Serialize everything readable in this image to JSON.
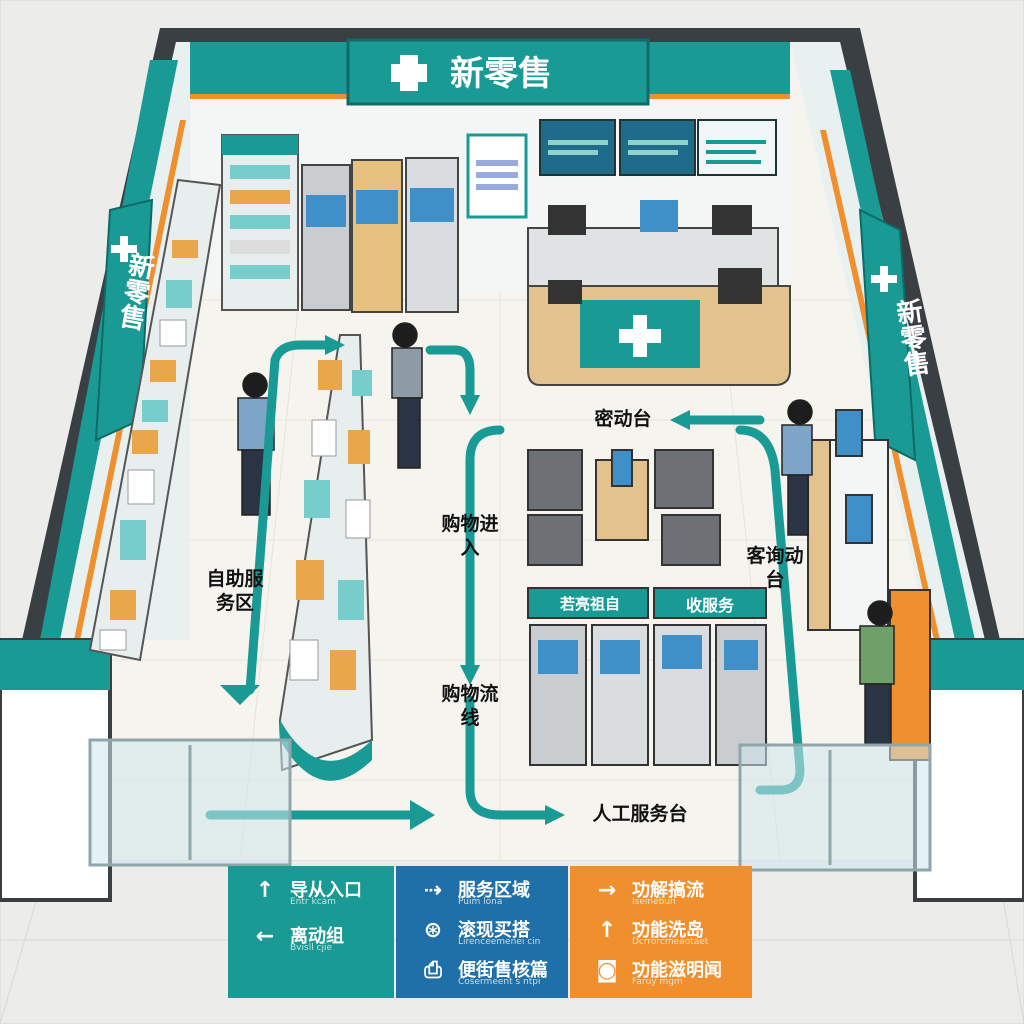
{
  "store_sign": {
    "text": "新零售"
  },
  "side_sign": {
    "left": "新零售",
    "right": "新零售"
  },
  "labels": {
    "self_service": "自助服务区",
    "shopping_enter": "购物进入",
    "shopping_flow": "购物流线",
    "interactive_desk": "密动台",
    "consult_desk": "客询动台",
    "manual_desk": "人工服务台"
  },
  "kiosk_signs": {
    "left": "若亮祖自",
    "right": "收服务"
  },
  "legend": {
    "col1": {
      "items": [
        {
          "icon": "arrow-up-icon",
          "glyph": "↑",
          "text": "导从入口",
          "sub": "Entr kcam"
        },
        {
          "icon": "arrow-left-icon",
          "glyph": "←",
          "text": "离动组",
          "sub": "Bvisll cjie"
        }
      ]
    },
    "col2": {
      "items": [
        {
          "icon": "service-icon",
          "glyph": "⇢",
          "text": "服务区域",
          "sub": "Puim lona"
        },
        {
          "icon": "people-icon",
          "glyph": "⊛",
          "text": "滚现买搭",
          "sub": "Lirenceemenei cin"
        },
        {
          "icon": "print-icon",
          "glyph": "⎙",
          "text": "便街售核篇",
          "sub": "Cosermeent s ntpi"
        }
      ]
    },
    "col3": {
      "items": [
        {
          "icon": "arrow-right-icon",
          "glyph": "→",
          "text": "功解搞流",
          "sub": "Iseinebun"
        },
        {
          "icon": "arrow-up-icon",
          "glyph": "↑",
          "text": "功能洗岛",
          "sub": "Dcrrorcmeaotaet"
        },
        {
          "icon": "camera-icon",
          "glyph": "◙",
          "text": "功能滋明闻",
          "sub": "Faruy mgm"
        }
      ]
    }
  },
  "colors": {
    "teal": "#1a9a94",
    "dark_teal": "#12706c",
    "blue": "#1f6fa8",
    "orange": "#ef8f2e",
    "floor": "#f6f4ee",
    "wall": "#3a3f44"
  }
}
